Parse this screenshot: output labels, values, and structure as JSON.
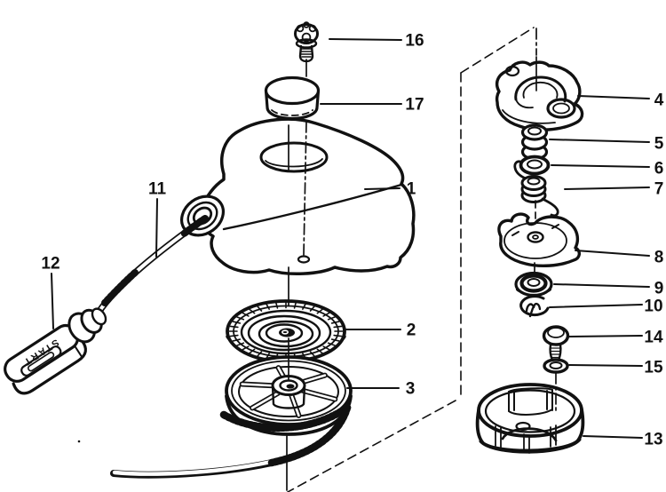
{
  "colors": {
    "ink": "#111111",
    "paper": "#ffffff"
  },
  "handle": {
    "text": "START"
  },
  "callouts": {
    "n1": "1",
    "n2": "2",
    "n3": "3",
    "n4": "4",
    "n5": "5",
    "n6": "6",
    "n7": "7",
    "n8": "8",
    "n9": "9",
    "n10": "10",
    "n11": "11",
    "n12": "12",
    "n13": "13",
    "n14": "14",
    "n15": "15",
    "n16": "16",
    "n17": "17"
  }
}
